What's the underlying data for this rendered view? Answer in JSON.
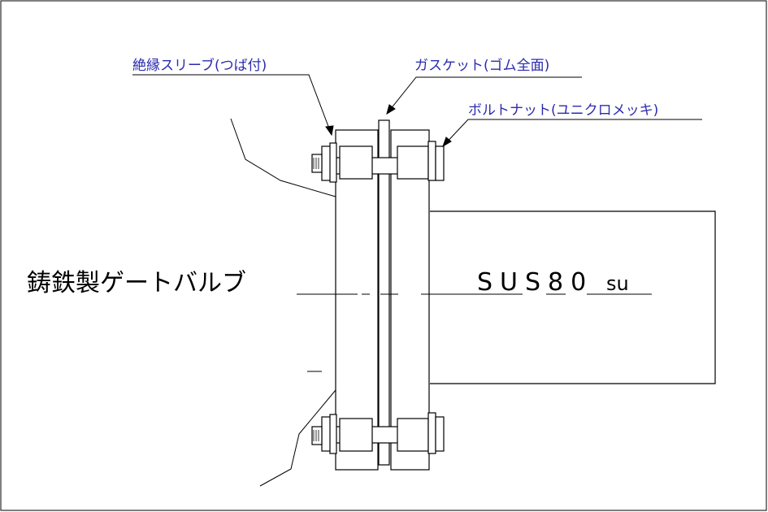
{
  "labels": {
    "insulating_sleeve": "絶縁スリーブ(つば付)",
    "gasket": "ガスケット(ゴム全面)",
    "bolt_nut": "ボルトナット(ユニクロメッキ)",
    "cast_iron_gate_valve": "鋳鉄製ゲートバルブ",
    "pipe_spec": "SUS80",
    "pipe_spec_suffix": "su"
  },
  "colors": {
    "leader_text": "#2b2bb0",
    "line": "#000000",
    "background": "#ffffff"
  }
}
